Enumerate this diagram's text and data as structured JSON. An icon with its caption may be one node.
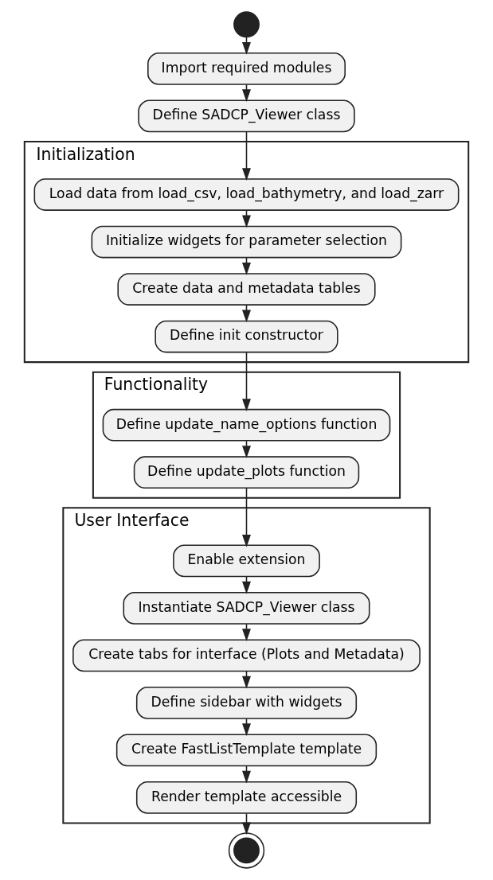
{
  "diagram": {
    "nodes": [
      {
        "text": [],
        "shape": "circle"
      },
      {
        "text": [
          "Import required modules"
        ]
      },
      {
        "text": [
          "Define SADCP_Viewer class"
        ]
      },
      {
        "text": [
          "Initialization"
        ]
      },
      {
        "text": [
          "Load data from load_csv, load_bathymetry, and load_zarr"
        ],
        "in": 3
      },
      {
        "text": [
          "Initialize widgets for parameter selection"
        ],
        "in": 3
      },
      {
        "text": [
          "Create data and metadata tables"
        ],
        "in": 3
      },
      {
        "text": [
          "Define init constructor"
        ],
        "in": 3
      },
      {
        "text": [
          "Functionality"
        ]
      },
      {
        "text": [
          "Define update_name_options function"
        ],
        "in": 8
      },
      {
        "text": [
          "Define update_plots function"
        ],
        "in": 8
      },
      {
        "text": [
          "User Interface"
        ]
      },
      {
        "text": [
          "Enable extension"
        ],
        "in": 11
      },
      {
        "text": [
          "Instantiate SADCP_Viewer class"
        ],
        "in": 11
      },
      {
        "text": [
          "Create tabs for interface (Plots and Metadata)"
        ],
        "in": 11
      },
      {
        "text": [
          "Define sidebar with widgets"
        ],
        "in": 11
      },
      {
        "text": [
          "Create FastListTemplate template"
        ],
        "in": 11
      },
      {
        "text": [
          "Render template accessible"
        ],
        "in": 11
      },
      {
        "text": [],
        "shape": "circle"
      }
    ],
    "edges": [
      {
        "from": 0,
        "to": 1,
        "arrow": "to"
      },
      {
        "from": 1,
        "to": 2,
        "arrow": "to"
      },
      {
        "from": 2,
        "to": 4,
        "arrow": "to"
      },
      {
        "from": 4,
        "to": 5,
        "arrow": "to"
      },
      {
        "from": 5,
        "to": 6,
        "arrow": "to"
      },
      {
        "from": 6,
        "to": 7,
        "arrow": "to"
      },
      {
        "from": 7,
        "to": 9,
        "arrow": "to"
      },
      {
        "from": 9,
        "to": 10,
        "arrow": "to"
      },
      {
        "from": 10,
        "to": 12,
        "arrow": "to"
      },
      {
        "from": 12,
        "to": 13,
        "arrow": "to"
      },
      {
        "from": 13,
        "to": 14,
        "arrow": "to"
      },
      {
        "from": 14,
        "to": 15,
        "arrow": "to"
      },
      {
        "from": 15,
        "to": 16,
        "arrow": "to"
      },
      {
        "from": 16,
        "to": 17,
        "arrow": "to"
      },
      {
        "from": 17,
        "to": 18,
        "arrow": "to"
      }
    ]
  }
}
